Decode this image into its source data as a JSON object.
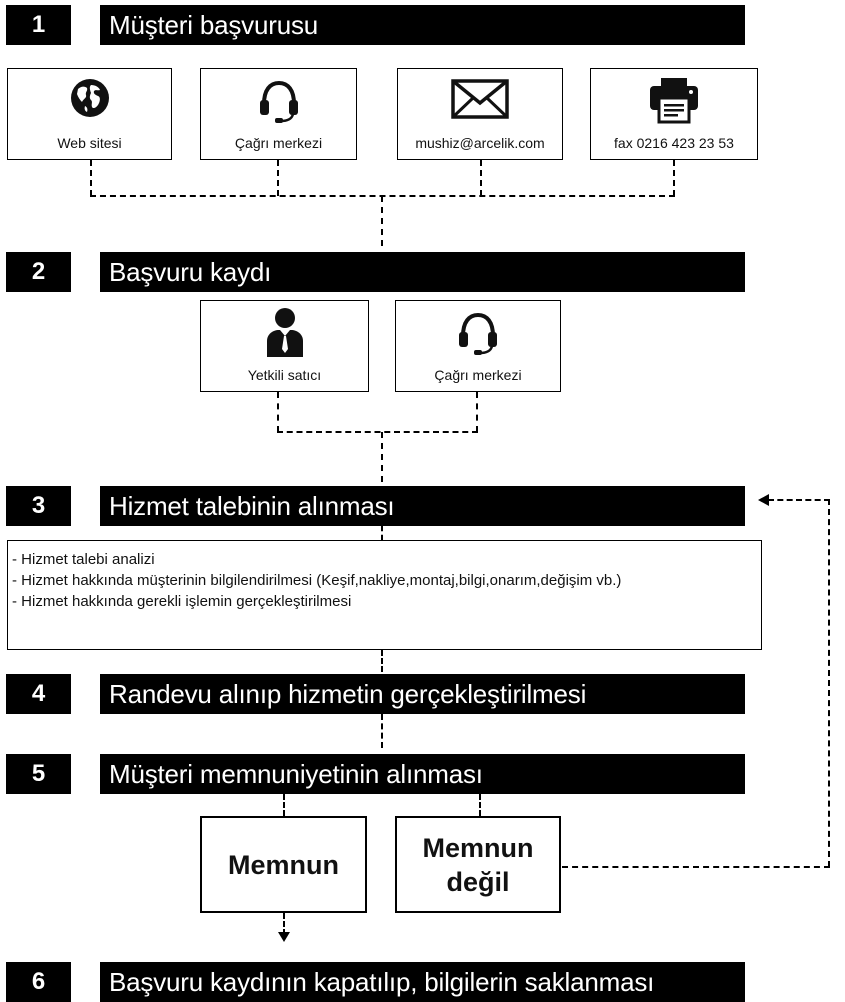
{
  "steps": [
    {
      "number": "1",
      "title": "Müşteri başvurusu"
    },
    {
      "number": "2",
      "title": "Başvuru kaydı"
    },
    {
      "number": "3",
      "title": "Hizmet talebinin alınması"
    },
    {
      "number": "4",
      "title": "Randevu alınıp hizmetin gerçekleştirilmesi"
    },
    {
      "number": "5",
      "title": "Müşteri memnuniyetinin alınması"
    },
    {
      "number": "6",
      "title": "Başvuru kaydının kapatılıp, bilgilerin saklanması"
    }
  ],
  "channels": [
    {
      "label": "Web sitesi",
      "icon": "globe-icon"
    },
    {
      "label": "Çağrı merkezi",
      "icon": "headset-icon"
    },
    {
      "label": "mushiz@arcelik.com",
      "icon": "envelope-icon"
    },
    {
      "label": "fax 0216 423 23 53",
      "icon": "fax-icon"
    }
  ],
  "registration": [
    {
      "label": "Yetkili satıcı",
      "icon": "person-icon"
    },
    {
      "label": "Çağrı merkezi",
      "icon": "headset-icon"
    }
  ],
  "analysis_items": [
    "- Hizmet talebi analizi",
    "- Hizmet hakkında müşterinin bilgilendirilmesi (Keşif,nakliye,montaj,bilgi,onarım,değişim vb.)",
    "- Hizmet hakkında gerekli işlemin gerçekleştirilmesi"
  ],
  "outcomes": {
    "satisfied": "Memnun",
    "not_satisfied_line1": "Memnun",
    "not_satisfied_line2": "değil"
  }
}
